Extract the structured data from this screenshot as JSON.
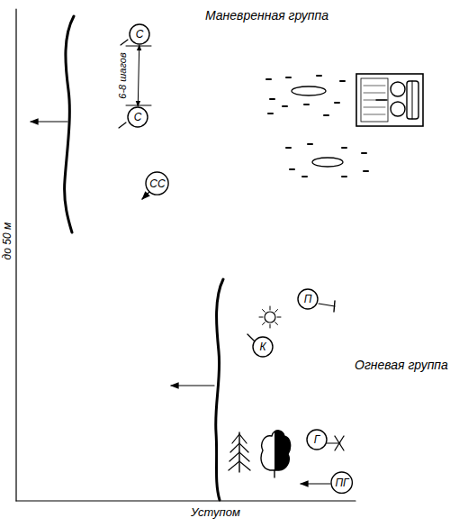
{
  "diagram": {
    "nodes": [
      {
        "text": [
          "С"
        ]
      },
      {
        "text": [
          "С"
        ]
      },
      {
        "text": [
          "СС"
        ]
      },
      {
        "text": [
          "П"
        ]
      },
      {
        "text": [
          "К"
        ]
      },
      {
        "text": [
          "Г"
        ]
      },
      {
        "text": [
          "ПГ"
        ]
      }
    ],
    "edges": [
      {
        "from": 0,
        "to": 1,
        "label": "6-8 шагов",
        "arrow": "both"
      }
    ],
    "labels": [
      "Маневренная группа",
      "до 50 м",
      "Огневая группа",
      "Уступом"
    ]
  }
}
